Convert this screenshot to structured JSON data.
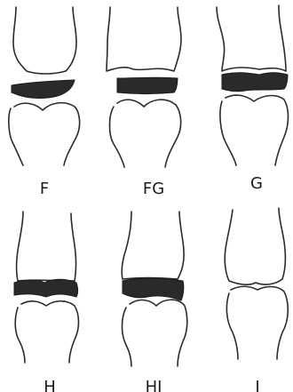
{
  "stages": [
    {
      "label": "F"
    },
    {
      "label": "FG"
    },
    {
      "label": "G"
    },
    {
      "label": "H"
    },
    {
      "label": "HI"
    },
    {
      "label": "I"
    }
  ],
  "colors": {
    "ink": "#2b2b2b",
    "epiphysis": "#2a2a2a",
    "background": "#ffffff"
  }
}
